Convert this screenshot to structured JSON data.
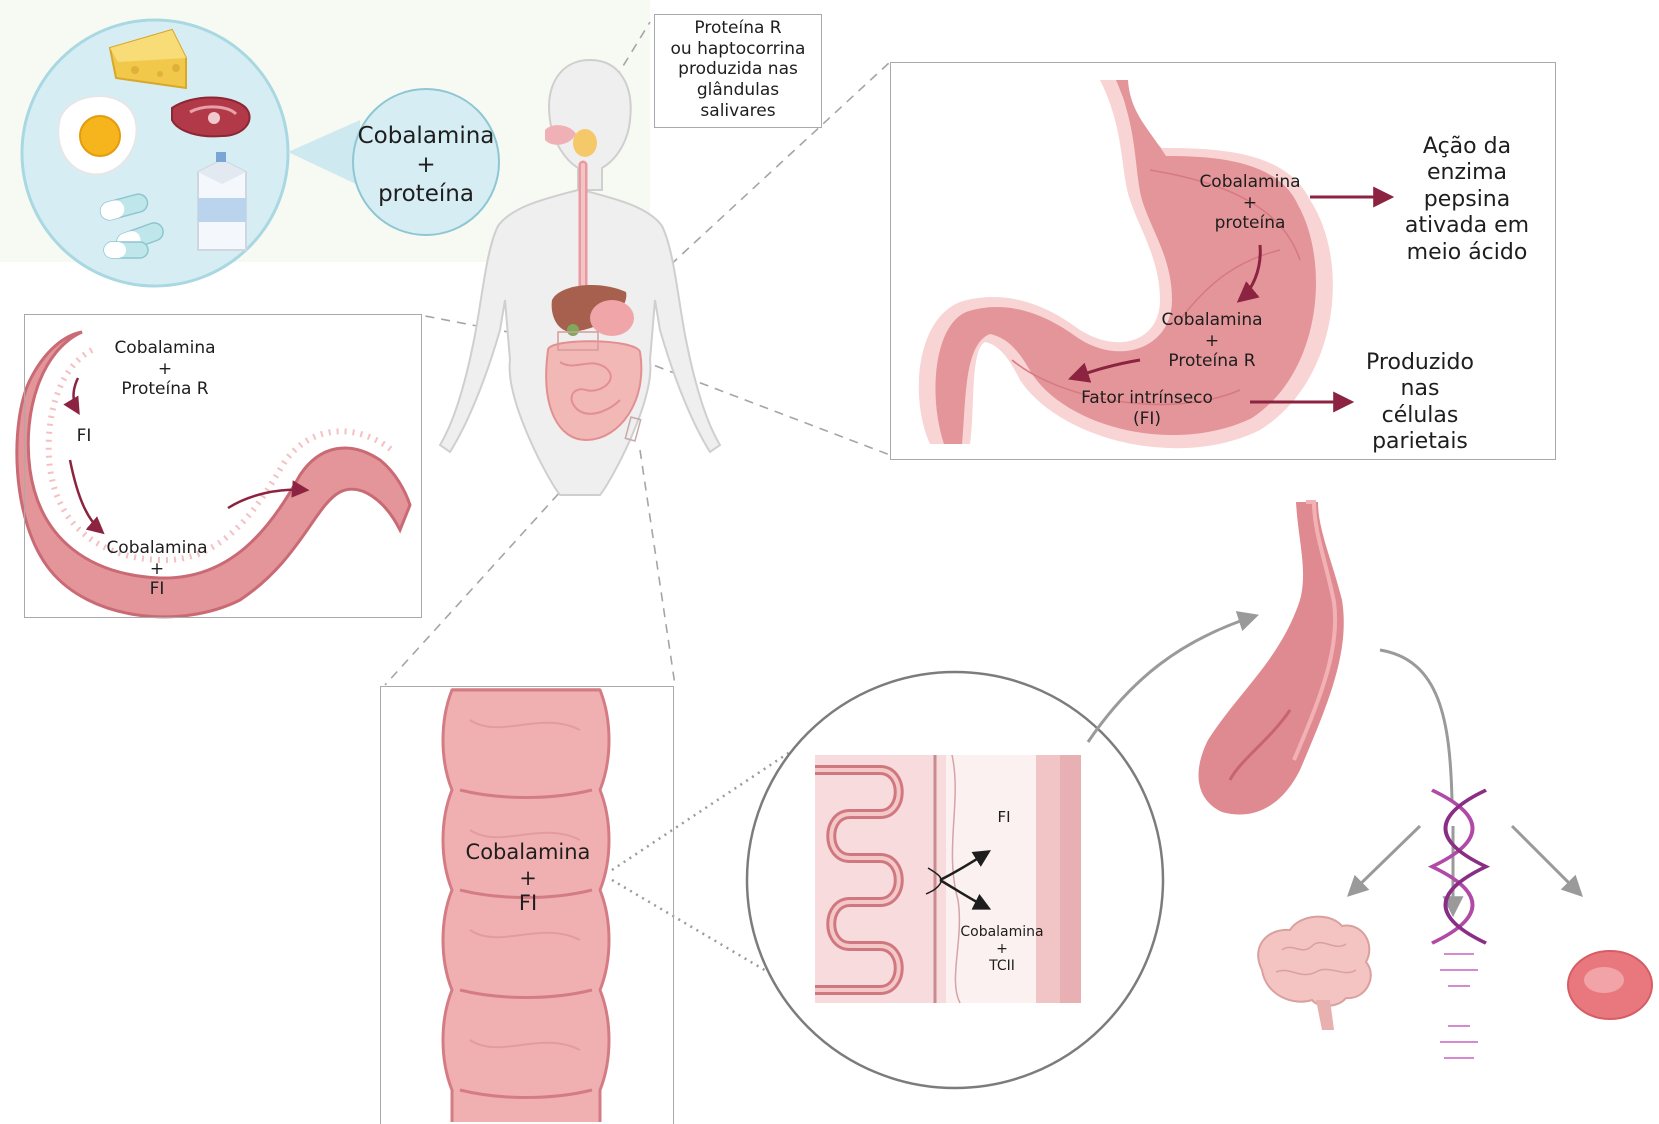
{
  "bubble": {
    "line1": "Cobalamina",
    "line2": "+",
    "line3": "proteína"
  },
  "salivary_note": {
    "line1": "Proteína R",
    "line2": "ou haptocorrina",
    "line3": "produzida nas",
    "line4": "glândulas",
    "line5": "salivares"
  },
  "stomach": {
    "label1_a": "Cobalamina",
    "label1_b": "+",
    "label1_c": "proteína",
    "label2_a": "Cobalamina",
    "label2_b": "+",
    "label2_c": "Proteína R",
    "label3_a": "Fator intrínseco",
    "label3_b": "(FI)",
    "pepsin": {
      "line1": "Ação da",
      "line2": "enzima",
      "line3": "pepsina",
      "line4": "ativada em",
      "line5": "meio ácido"
    },
    "parietal": {
      "line1": "Produzido",
      "line2": "nas",
      "line3": "células",
      "line4": "parietais"
    }
  },
  "duodenum": {
    "label1_a": "Cobalamina",
    "label1_b": "+",
    "label1_c": "Proteína R",
    "fi": "FI",
    "label2_a": "Cobalamina",
    "label2_b": "+",
    "label2_c": "FI"
  },
  "ileum": {
    "line1": "Cobalamina",
    "line2": "+",
    "line3": "FI"
  },
  "absorption": {
    "fi": "FI",
    "line1": "Cobalamina",
    "line2": "+",
    "line3": "TCII"
  },
  "colors": {
    "tissue": "#e59aa0",
    "tissue_dark": "#c96a74",
    "tissue_light": "#f6c9cb",
    "arrow": "#8c2340",
    "bubble_fill": "#d6eef3",
    "bubble_stroke": "#9fd0dc",
    "body_fill": "#efefef",
    "body_stroke": "#c9c9c9",
    "dna": "#b04aa6"
  },
  "icons": [
    "cheese-icon",
    "egg-icon",
    "steak-icon",
    "milk-carton-icon",
    "capsule-icon",
    "brain-icon",
    "dna-icon",
    "red-blood-cell-icon"
  ]
}
